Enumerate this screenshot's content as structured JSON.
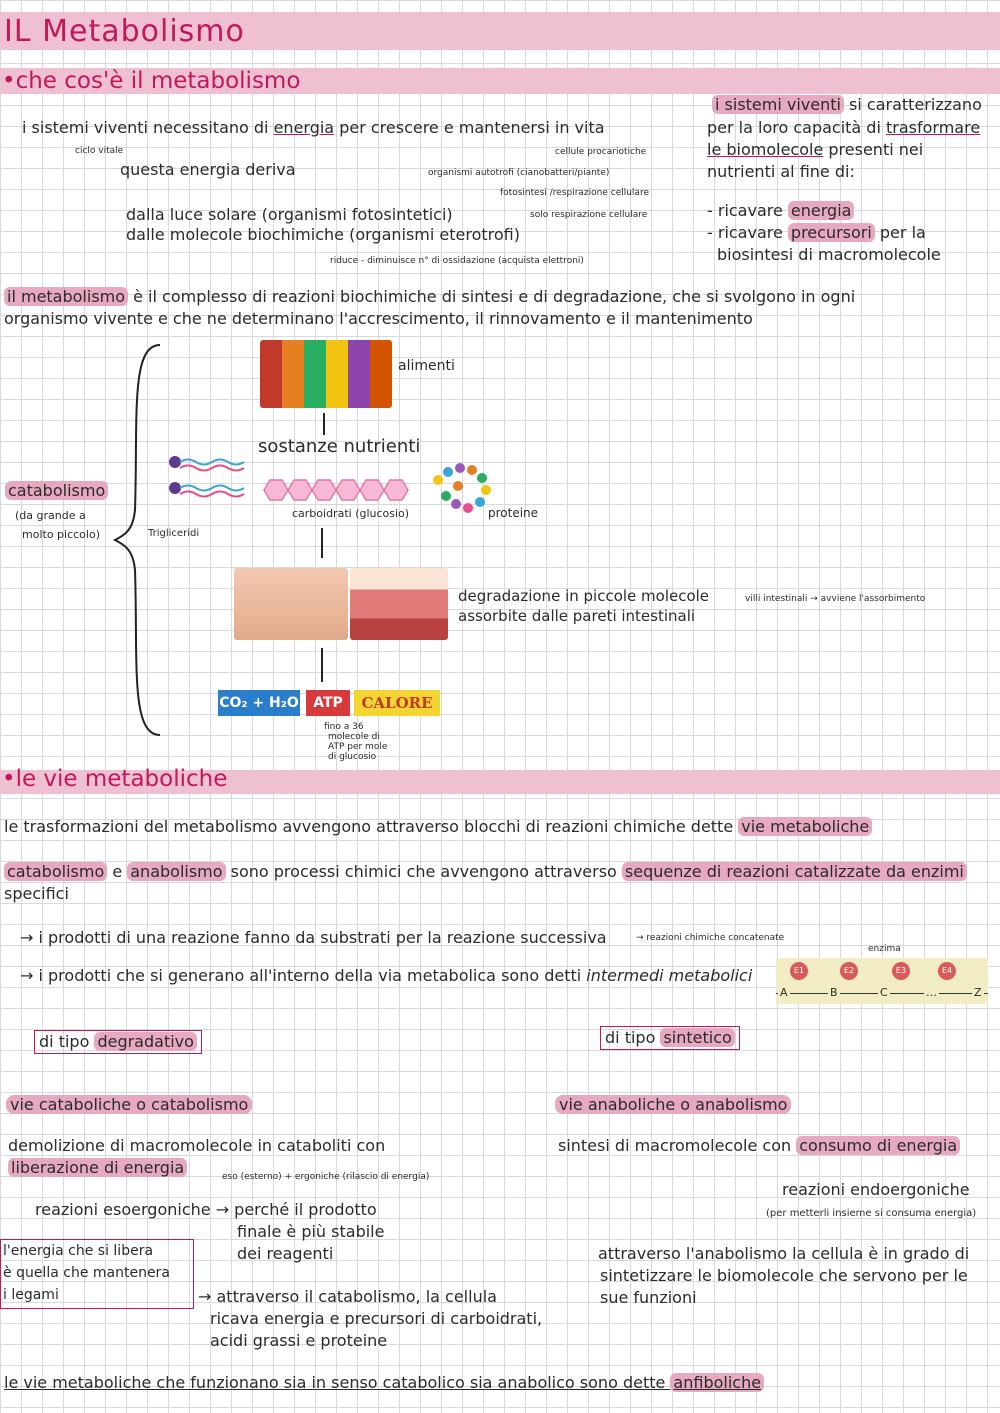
{
  "title": "IL Metabolismo",
  "sec1": {
    "heading": "•che cos'è il metabolismo",
    "line1_pre": "i sistemi viventi necessitano di ",
    "line1_hl": "energia",
    "line1_post": " per crescere e mantenersi in vita",
    "ciclo": "ciclo vitale",
    "deriva": "questa energia deriva",
    "luce": "dalla luce solare (organismi fotosintetici)",
    "molecole": "dalle molecole biochimiche (organismi eterotrofi)",
    "note_procariotiche": "cellule procariotiche",
    "note_autotrofi": "organismi autotrofi (cianobatteri/piante)",
    "note_fotosintesi": "fotosintesi /respirazione cellulare",
    "note_respirazione": "solo respirazione cellulare",
    "note_riduce": "riduce - diminuisce n° di ossidazione (acquista elettroni)",
    "right_hl": "i sistemi viventi",
    "right_1": " si caratterizzano",
    "right_2": "per la loro capacità di ",
    "right_2b": "trasformare",
    "right_3a": "le biomolecole",
    "right_3b": " presenti nei",
    "right_4": "nutrienti al fine di:",
    "right_5a": "- ricavare ",
    "right_5b": "energia",
    "right_6a": "- ricavare ",
    "right_6b": "precursori",
    "right_6c": " per la",
    "right_7": "biosintesi di macromolecole",
    "def_hl": "il metabolismo",
    "def_1": " è il complesso di reazioni biochimiche di sintesi e di degradazione, che si svolgono in ogni",
    "def_2": "organismo vivente e che ne determinano l'accrescimento, il rinnovamento e il mantenimento"
  },
  "diagram": {
    "alimenti": "alimenti",
    "sostanze": "sostanze nutrienti",
    "catabolismo": "catabolismo",
    "cat_note1": "(da grande a",
    "cat_note2": "molto piccolo)",
    "trigliceridi": "Trigliceridi",
    "carboidrati": "carboidrati (glucosio)",
    "proteine": "proteine",
    "degr1": "degradazione in piccole molecole",
    "degr2": "assorbite dalle pareti intestinali",
    "villi": "villi intestinali → avviene l'assorbimento",
    "co2": "CO₂ + H₂O",
    "atp": "ATP",
    "calore": "CALORE",
    "atp_note1": "fino a 36",
    "atp_note2": "molecole di",
    "atp_note3": "ATP per mole",
    "atp_note4": "di glucosio"
  },
  "sec2": {
    "heading": "•le vie metaboliche",
    "p1_pre": "le trasformazioni del metabolismo avvengono attraverso blocchi di reazioni chimiche dette ",
    "p1_hl": "vie metaboliche",
    "p2_hl1": "catabolismo",
    "p2_e": " e ",
    "p2_hl2": "anabolismo",
    "p2_mid": " sono processi chimici che avvengono attraverso ",
    "p2_hl3": "sequenze di reazioni catalizzate da enzimi",
    "p2_end": "specifici",
    "arrow1": "→ i prodotti di una reazione fanno da substrati per la reazione successiva",
    "arrow1_note": "→ reazioni chimiche concatenate",
    "arrow2_pre": "→ i prodotti che si generano all'interno della via metabolica sono detti ",
    "arrow2_it": "intermedi metabolici",
    "enzima": "enzima",
    "chain": [
      "A",
      "B",
      "C",
      "…",
      "Z"
    ],
    "enzymes": [
      "E1",
      "E2",
      "E3",
      "E4"
    ],
    "degr_box_pre": "di tipo ",
    "degr_box_hl": "degradativo",
    "sint_box_pre": "di tipo ",
    "sint_box_hl": "sintetico",
    "cat_title": "vie cataboliche o catabolismo",
    "cat_1": "demolizione di macromolecole in cataboliti con",
    "cat_2": "liberazione di energia",
    "eso_note": "eso (esterno) + ergoniche (rilascio di energia)",
    "eso": "reazioni esoergoniche → perché il prodotto",
    "eso_2": "finale è più stabile",
    "eso_3": "dei reagenti",
    "box_l1": "l'energia che si libera",
    "box_l2": "è quella che mantenera",
    "box_l3": "i legami",
    "cat_p1": "→ attraverso il catabolismo, la cellula",
    "cat_p2": "ricava energia e precursori di carboidrati,",
    "cat_p3": "acidi grassi e proteine",
    "ana_title": "vie anaboliche o anabolismo",
    "ana_1_pre": "sintesi di macromolecole con ",
    "ana_1_hl": "consumo di energia",
    "endo": "reazioni endoergoniche",
    "endo_note": "(per metterli insieme si consuma energia)",
    "ana_p1": "attraverso l'anabolismo la cellula è in grado di",
    "ana_p2": "sintetizzare le biomolecole che servono per le",
    "ana_p3": "sue funzioni",
    "final_pre": "le vie metaboliche che funzionano sia in senso catabolico sia anabolico sono dette ",
    "final_hl": "anfiboliche"
  }
}
